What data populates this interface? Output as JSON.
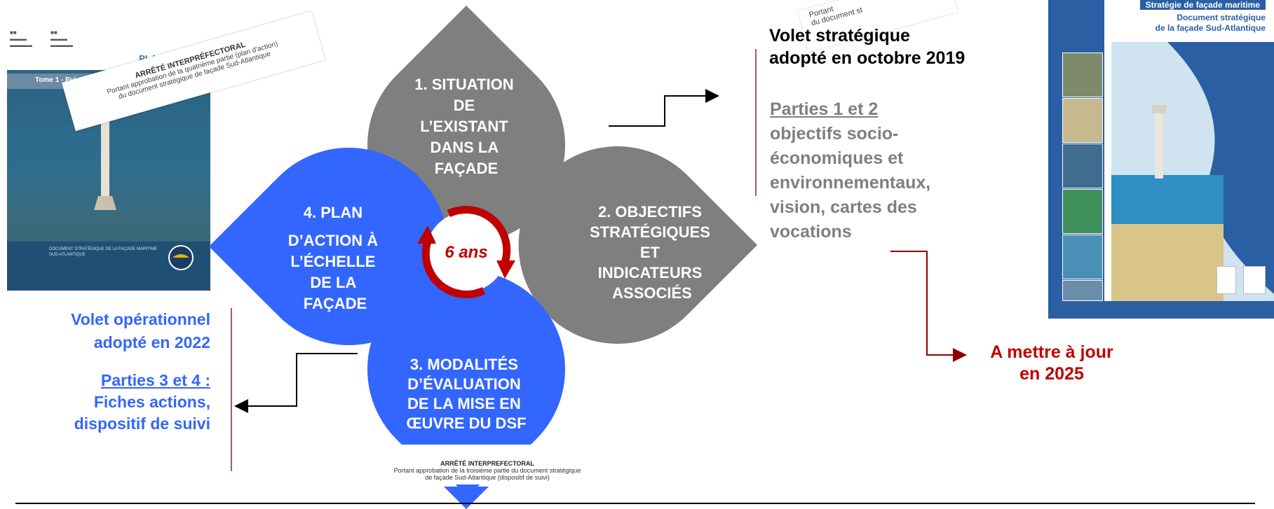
{
  "cycle": {
    "steps": [
      {
        "lines": [
          "1. SITUATION",
          "DE",
          "L’EXISTANT",
          "DANS LA",
          "FAÇADE"
        ]
      },
      {
        "lines": [
          "2. OBJECTIFS",
          "STRATÉGIQUES",
          "ET",
          "INDICATEURS",
          "ASSOCIÉS"
        ]
      },
      {
        "lines": [
          "3. MODALITÉS",
          "D’ÉVALUATION",
          "DE LA MISE EN",
          "ŒUVRE DU DSF"
        ]
      },
      {
        "lines": [
          "4. PLAN",
          "D’ACTION À",
          "L’ÉCHELLE",
          "DE LA",
          "FAÇADE"
        ]
      }
    ],
    "center_label": "6 ans",
    "colors": {
      "grey": "#7f7f7f",
      "blue": "#3366ff",
      "cycle_arrow": "#c00000"
    }
  },
  "strategic": {
    "title_line1": "Volet stratégique",
    "title_line2": "adopté en octobre 2019",
    "parts_link": "Parties 1 et 2 ",
    "desc_lines": [
      "objectifs socio-",
      "économiques et",
      "environnementaux,",
      "vision, cartes des",
      "vocations"
    ],
    "update_line1": "A mettre à jour",
    "update_line2": "en 2025",
    "update_color": "#c00000"
  },
  "operational": {
    "title_line1": "Volet opérationnel",
    "title_line2": "adopté en 2022",
    "parts_link": "Parties 3 et 4 :",
    "desc_lines": [
      "Fiches actions,",
      "dispositif de suivi"
    ]
  },
  "left_doc": {
    "plan_title": "PLAN D’ACTION",
    "tome": "Tome 1 - Présentation générale",
    "strip_title": "ARRÊTÉ INTERPRÉFECTORAL",
    "strip_line1": "Portant approbation de la quatrième partie (plan d’action)",
    "strip_line2": "du document stratégique de façade Sud-Atlantique",
    "bottom_text": "DOCUMENT STRATÉGIQUE DE LA FAÇADE MARITIME SUD-ATLANTIQUE"
  },
  "right_doc": {
    "top_title": "Stratégie de façade maritime",
    "subtitle_line1": "Document stratégique",
    "subtitle_line2": "de la façade Sud-Atlantique",
    "strip_line1": "Portant",
    "strip_line2": "du document st"
  },
  "bottom_strip": {
    "title": "ARRÊTÉ INTERPREFECTORAL",
    "line1": "Portant approbation de la troisième partie du document stratégique",
    "line2": "de façade Sud-Atlantique (dispositif de suivi)"
  }
}
